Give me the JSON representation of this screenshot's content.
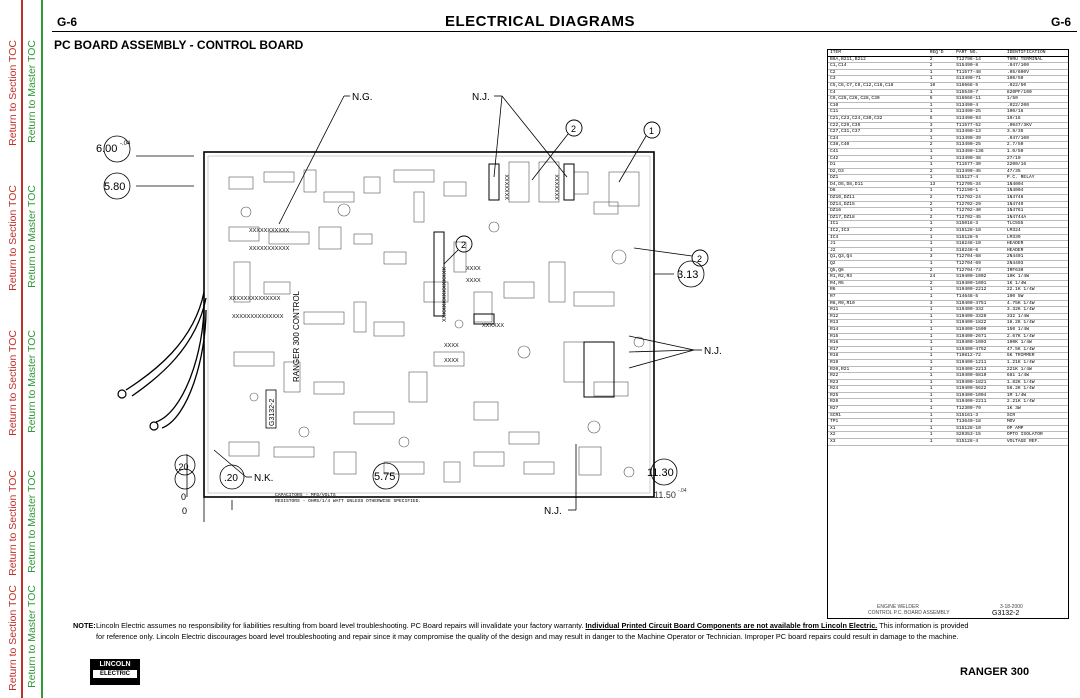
{
  "sidebar": {
    "section_label": "Return to Section TOC",
    "master_label": "Return to Master TOC",
    "colors": {
      "section": "#c0302a",
      "master": "#2e9a38"
    }
  },
  "header": {
    "page_code_left": "G-6",
    "page_code_right": "G-6",
    "title": "ELECTRICAL DIAGRAMS",
    "subtitle": "PC BOARD ASSEMBLY - CONTROL BOARD"
  },
  "diagram": {
    "callouts": {
      "ng": "N.G.",
      "nj_top": "N.J.",
      "nj_right": "N.J.",
      "nj_bottom": "N.J.",
      "nk": "N.K."
    },
    "dims": {
      "d600": "6.00",
      "d600_tol": "-.04",
      "d580": "5.80",
      "d20": ".20",
      "d0_left": "0",
      "d0_bottom": "0",
      "d20_circle": ".20",
      "d575": "5.75",
      "d1130": "11.30",
      "d1150": "11.50",
      "d1150_tol": "-.04",
      "d313": "3.13"
    },
    "balloons": {
      "b1": "1",
      "b2a": "2",
      "b2b": "2",
      "b2c": "2"
    },
    "board_labels": {
      "control": "RANGER 300 CONTROL",
      "part": "G3132-2"
    },
    "notes": {
      "capacitors": "CAPACITORS - MFD/VOLTS",
      "resistors": "RESISTORS - OHMS/1/4 WATT UNLESS OTHERWISE SPECIFIED."
    }
  },
  "parts_table": {
    "headers": [
      "ITEM",
      "REQ'D",
      "PART NO.",
      "IDENTIFICATION"
    ],
    "rows": [
      [
        "B6A,B211,B212",
        "2",
        "T12796-14",
        "THRU TERMINAL"
      ],
      [
        "C1,C14",
        "2",
        "S15490-8",
        ".047/100"
      ],
      [
        "C2",
        "1",
        "T11577-48",
        ".05/600V"
      ],
      [
        "C3",
        "1",
        "S13490-71",
        "100/50"
      ],
      [
        "C5,C6,C7,C9,C12,C16,C18",
        "10",
        "S16668-5",
        ".022/50"
      ],
      [
        "C4",
        "1",
        "S15540-7",
        "820PF/100"
      ],
      [
        "C9,C25,C26,C28,C30",
        "5",
        "S16668-11",
        "1/50"
      ],
      [
        "C10",
        "1",
        "S13490-4",
        ".022/200"
      ],
      [
        "C11",
        "1",
        "S13490-25",
        "100/16"
      ],
      [
        "C21,C23,C24,C30,C32",
        "5",
        "S13490-93",
        "10/16"
      ],
      [
        "C22,C29,C35",
        "3",
        "T11577-52",
        ".0047/3KV"
      ],
      [
        "C27,C31,C37",
        "3",
        "S13490-13",
        "3.9/35"
      ],
      [
        "C34",
        "1",
        "S13490-39",
        ".047/100"
      ],
      [
        "C38,C40",
        "2",
        "S13490-25",
        "2.7/50"
      ],
      [
        "C41",
        "1",
        "S13490-136",
        "1.0/50"
      ],
      [
        "C42",
        "1",
        "S13490-38",
        "27/10"
      ],
      [
        "D1",
        "1",
        "T11577-30",
        "2200/16"
      ],
      [
        "D2,D3",
        "2",
        "S13490-45",
        "47/35"
      ],
      [
        "DZ1",
        "1",
        "S15127-4",
        "P.C. RELAY"
      ],
      [
        "D4,D5,D8,D11",
        "13",
        "T12705-34",
        "1N4004"
      ],
      [
        "D6",
        "1",
        "T12199-1",
        "1N4004"
      ],
      [
        "DZ10,DZ11",
        "2",
        "T12702-24",
        "1N4746"
      ],
      [
        "DZ14,DZ15",
        "2",
        "T12702-29",
        "1N4749"
      ],
      [
        "DZ16",
        "1",
        "T12702-40",
        "1N4761"
      ],
      [
        "DZ17,DZ18",
        "2",
        "T12702-45",
        "1N4744A"
      ],
      [
        "IC1",
        "1",
        "S15018-3",
        "TLC555"
      ],
      [
        "IC2,IC3",
        "2",
        "S15128-18",
        "LM324"
      ],
      [
        "IC4",
        "1",
        "S15128-5",
        "LM339"
      ],
      [
        "J1",
        "1",
        "S18248-10",
        "HEADER"
      ],
      [
        "J2",
        "1",
        "S18248-6",
        "HEADER"
      ],
      [
        "Q1,Q3,Q4",
        "3",
        "T12704-68",
        "2N4401"
      ],
      [
        "Q2",
        "1",
        "T12704-69",
        "2N4403"
      ],
      [
        "Q5,Q6",
        "2",
        "T12704-73",
        "IRF630"
      ],
      [
        "R1,R2,R3",
        "24",
        "S19400-1002",
        "10K 1/4W"
      ],
      [
        "R4,R5",
        "2",
        "S19400-1001",
        "1K 1/4W"
      ],
      [
        "R6",
        "1",
        "S19400-2212",
        "22.1K 1/4W"
      ],
      [
        "R7",
        "1",
        "T14648-5",
        "100 5W"
      ],
      [
        "R8,R9,R10",
        "3",
        "S19400-4751",
        "4.75K 1/4W"
      ],
      [
        "R11",
        "1",
        "S19400-332",
        "3.32K 1/4W"
      ],
      [
        "R12",
        "1",
        "S19400-3320",
        "332 1/4W"
      ],
      [
        "R13",
        "1",
        "S19400-1822",
        "18.2K 1/4W"
      ],
      [
        "R14",
        "1",
        "S19400-1500",
        "150 1/4W"
      ],
      [
        "R15",
        "1",
        "S19400-2671",
        "2.67K 1/4W"
      ],
      [
        "R16",
        "1",
        "S19400-1003",
        "100K 1/4W"
      ],
      [
        "R17",
        "1",
        "S19400-4752",
        "47.5K 1/4W"
      ],
      [
        "R18",
        "1",
        "T10812-72",
        "5K TRIMMER"
      ],
      [
        "R19",
        "1",
        "S19400-1211",
        "1.21K 1/4W"
      ],
      [
        "R20,R21",
        "2",
        "S19400-2213",
        "221K 1/4W"
      ],
      [
        "R22",
        "1",
        "S19400-6810",
        "681 1/4W"
      ],
      [
        "R23",
        "1",
        "S19400-1821",
        "1.82K 1/4W"
      ],
      [
        "R24",
        "1",
        "S19400-5622",
        "56.2K 1/4W"
      ],
      [
        "R25",
        "1",
        "S19400-1004",
        "1M 1/4W"
      ],
      [
        "R26",
        "1",
        "S19400-2211",
        "2.21K 1/4W"
      ],
      [
        "R27",
        "1",
        "T12300-79",
        "1K 3W"
      ],
      [
        "SCR1",
        "1",
        "S15161-3",
        "SCR"
      ],
      [
        "TP1",
        "1",
        "T13640-18",
        "MOV"
      ],
      [
        "X1",
        "1",
        "S15128-10",
        "OP AMP"
      ],
      [
        "X2",
        "1",
        "S20353-15",
        "OPTO ISOLATOR"
      ],
      [
        "X3",
        "1",
        "S15128-4",
        "VOLTAGE REF."
      ]
    ]
  },
  "footer": {
    "note_label": "NOTE:",
    "note_text_1": "Lincoln Electric assumes no responsibility for liabilities resulting from board level troubleshooting. PC Board repairs will invalidate your factory warranty. ",
    "note_text_bold": "Individual Printed Circuit Board Components are not available from Lincoln Electric.",
    "note_text_2": " This information is provided for reference only. Lincoln Electric discourages board level troubleshooting and repair since it may compromise the quality of the design and may result in danger to the Machine Operator or Technician. Improper PC board repairs could result in damage to the machine.",
    "brand_top": "LINCOLN",
    "brand_bottom": "ELECTRIC",
    "model": "RANGER  300",
    "ref_left": "ENGINE WELDER",
    "ref_left2": "CONTROL P.C. BOARD ASSEMBLY",
    "ref_num": "G3132-2",
    "ref_date": "3-18-2000"
  }
}
